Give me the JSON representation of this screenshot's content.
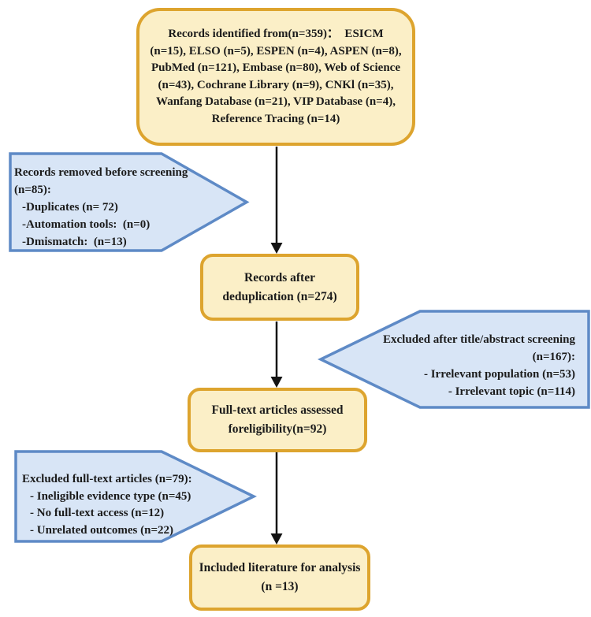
{
  "theme": {
    "background": "#ffffff",
    "box_fill": "#fbefc7",
    "box_border": "#dda42e",
    "callout_fill": "#d8e5f6",
    "callout_border": "#5e8ac6",
    "arrow_color": "#131313",
    "text_color": "#1b1b1b"
  },
  "flowchart": {
    "identification": {
      "lines": [
        "Records identified from(n=359)：  ESICM",
        "(n=15), ELSO (n=5), ESPEN (n=4), ASPEN (n=8),",
        "PubMed (n=121), Embase (n=80), Web of Science",
        "(n=43), Cochrane Library (n=9), CNKl (n=35),",
        "Wanfang Database (n=21), VIP Database (n=4),",
        "Reference Tracing (n=14)"
      ]
    },
    "removed": {
      "lines": [
        "Records removed before screening",
        "(n=85):",
        "-Duplicates (n= 72)",
        "-Automation tools:  (n=0)",
        "-Dmismatch:  (n=13)"
      ]
    },
    "dedup": {
      "lines": [
        "Records after",
        "deduplication (n=274)"
      ]
    },
    "excluded_screening": {
      "lines": [
        "Excluded after title/abstract screening",
        "(n=167):",
        "- Irrelevant population (n=53)",
        "- Irrelevant topic (n=114)"
      ]
    },
    "fulltext": {
      "lines": [
        "Full-text articles assessed",
        "foreligibility(n=92)"
      ]
    },
    "excluded_fulltext": {
      "lines": [
        "Excluded full-text articles (n=79):",
        "- Ineligible evidence type (n=45)",
        "- No full-text access (n=12)",
        "- Unrelated outcomes (n=22)"
      ]
    },
    "included": {
      "lines": [
        "Included literature for analysis",
        "(n =13)"
      ]
    }
  }
}
